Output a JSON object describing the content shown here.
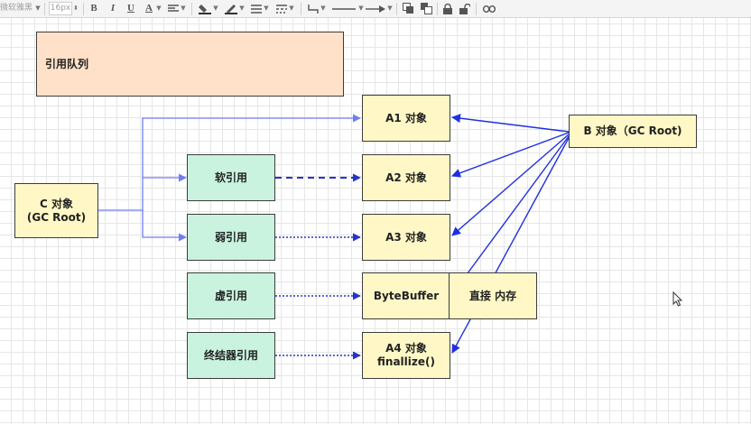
{
  "toolbar": {
    "font_family": "微软雅黑",
    "font_size": "16px",
    "bold_label": "B",
    "italic_label": "I",
    "underline_label": "U",
    "font_color_label": "A",
    "icons": [
      "align-icon",
      "fill-color-icon",
      "line-color-icon",
      "line-style-icon",
      "line-pattern-icon",
      "connector-icon",
      "line-end-icon",
      "arrow-icon",
      "to-front-icon",
      "to-back-icon",
      "lock-icon",
      "unlock-icon",
      "link-icon"
    ]
  },
  "diagram": {
    "reference_queue": "引用队列",
    "c_object": {
      "line1": "C 对象",
      "line2": "(GC Root)"
    },
    "b_object": "B 对象（GC Root)",
    "soft_ref": "软引用",
    "weak_ref": "弱引用",
    "phantom_ref": "虚引用",
    "finalizer_ref": "终结器引用",
    "a1": "A1 对象",
    "a2": "A2 对象",
    "a3": "A3 对象",
    "bytebuffer": "ByteBuffer",
    "direct_memory": "直接 内存",
    "a4": {
      "line1": "A4 对象",
      "line2": "finallize()"
    }
  },
  "colors": {
    "object_fill": "#fff8c6",
    "reference_fill": "#c9f3df",
    "queue_fill": "#ffe1c9",
    "c_edge": "#6f7ff0",
    "b_edge": "#1f2fe0",
    "ref_edge": "#2733c8"
  }
}
